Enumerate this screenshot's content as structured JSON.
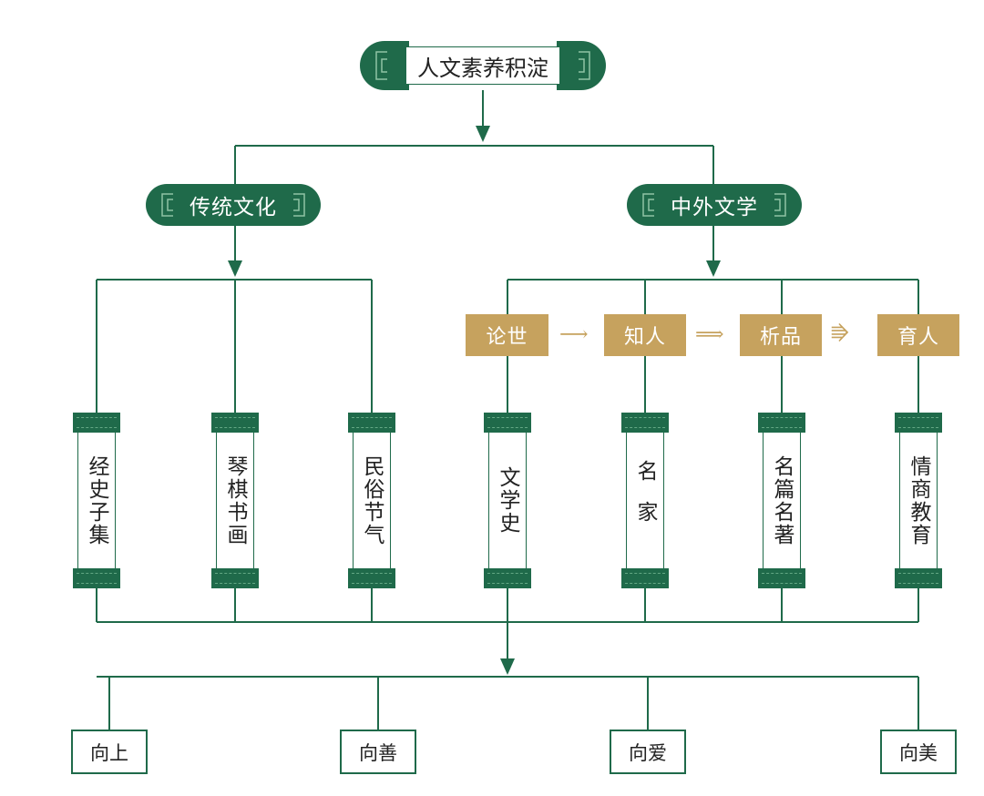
{
  "colors": {
    "green": "#1f6a4a",
    "gold": "#c6a25e",
    "background": "#ffffff"
  },
  "root": {
    "label": "人文素养积淀"
  },
  "branches": [
    {
      "label": "传统文化"
    },
    {
      "label": "中外文学"
    }
  ],
  "process_steps": [
    {
      "label": "论世"
    },
    {
      "label": "知人"
    },
    {
      "label": "析品"
    },
    {
      "label": "育人"
    }
  ],
  "scrolls": [
    {
      "label": "经史子集"
    },
    {
      "label": "琴棋书画"
    },
    {
      "label": "民俗节气"
    },
    {
      "label": "文学史"
    },
    {
      "label": "名家"
    },
    {
      "label": "名篇名著"
    },
    {
      "label": "情商教育"
    }
  ],
  "outcomes": [
    {
      "label": "向上"
    },
    {
      "label": "向善"
    },
    {
      "label": "向爱"
    },
    {
      "label": "向美"
    }
  ]
}
